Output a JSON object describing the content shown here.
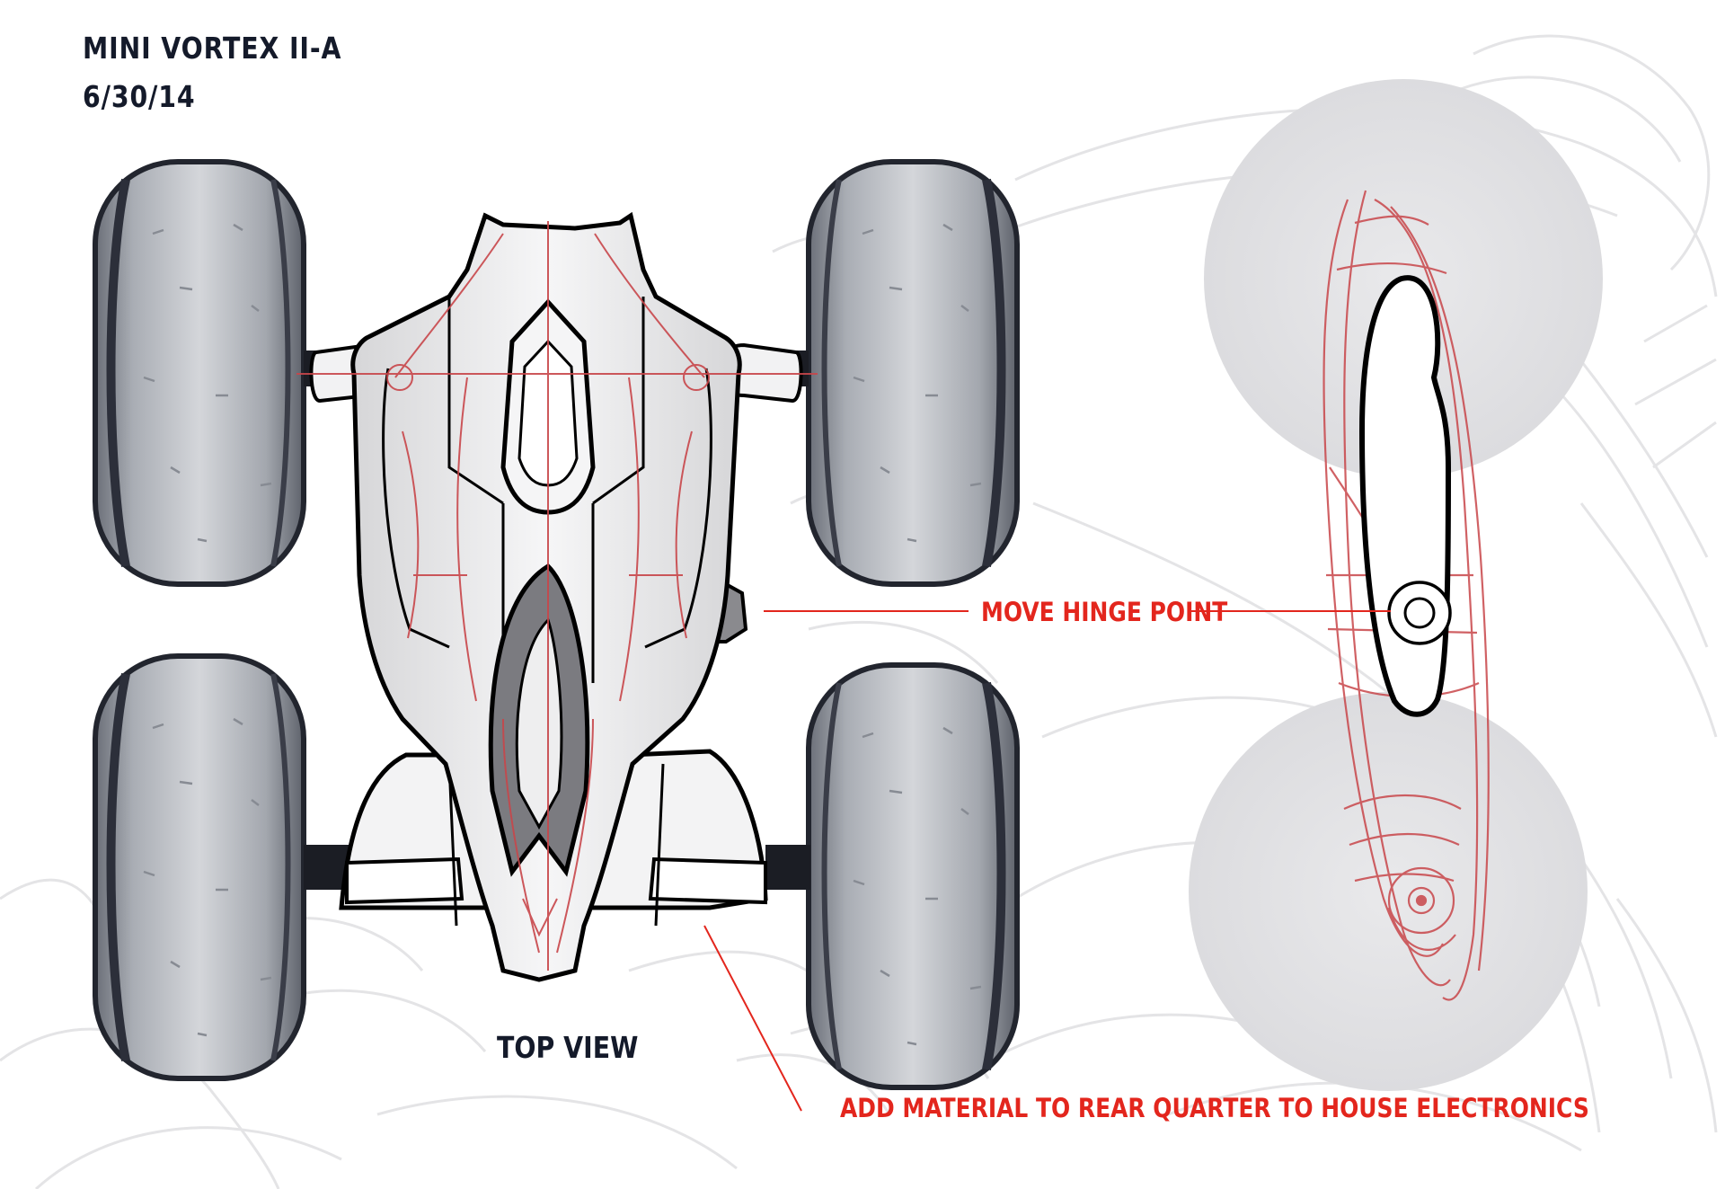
{
  "sheet": {
    "title": "MINI VORTEX II-A",
    "date": "6/30/14"
  },
  "labels": {
    "top_view": "TOP VIEW"
  },
  "callouts": {
    "hinge": "MOVE HINGE POINT",
    "material": "ADD MATERIAL TO REAR QUARTER TO HOUSE ELECTRONICS"
  },
  "colors": {
    "ink": "#141a2a",
    "annotation_red": "#e3261d",
    "construction_red": "#c8464a",
    "tire_gray": "#b6bac1",
    "rim_dark": "#2c2f3a",
    "body_white": "#f1f1f2",
    "dark_panel": "#7b7b80",
    "sketch_gray": "#e2e2e4"
  }
}
